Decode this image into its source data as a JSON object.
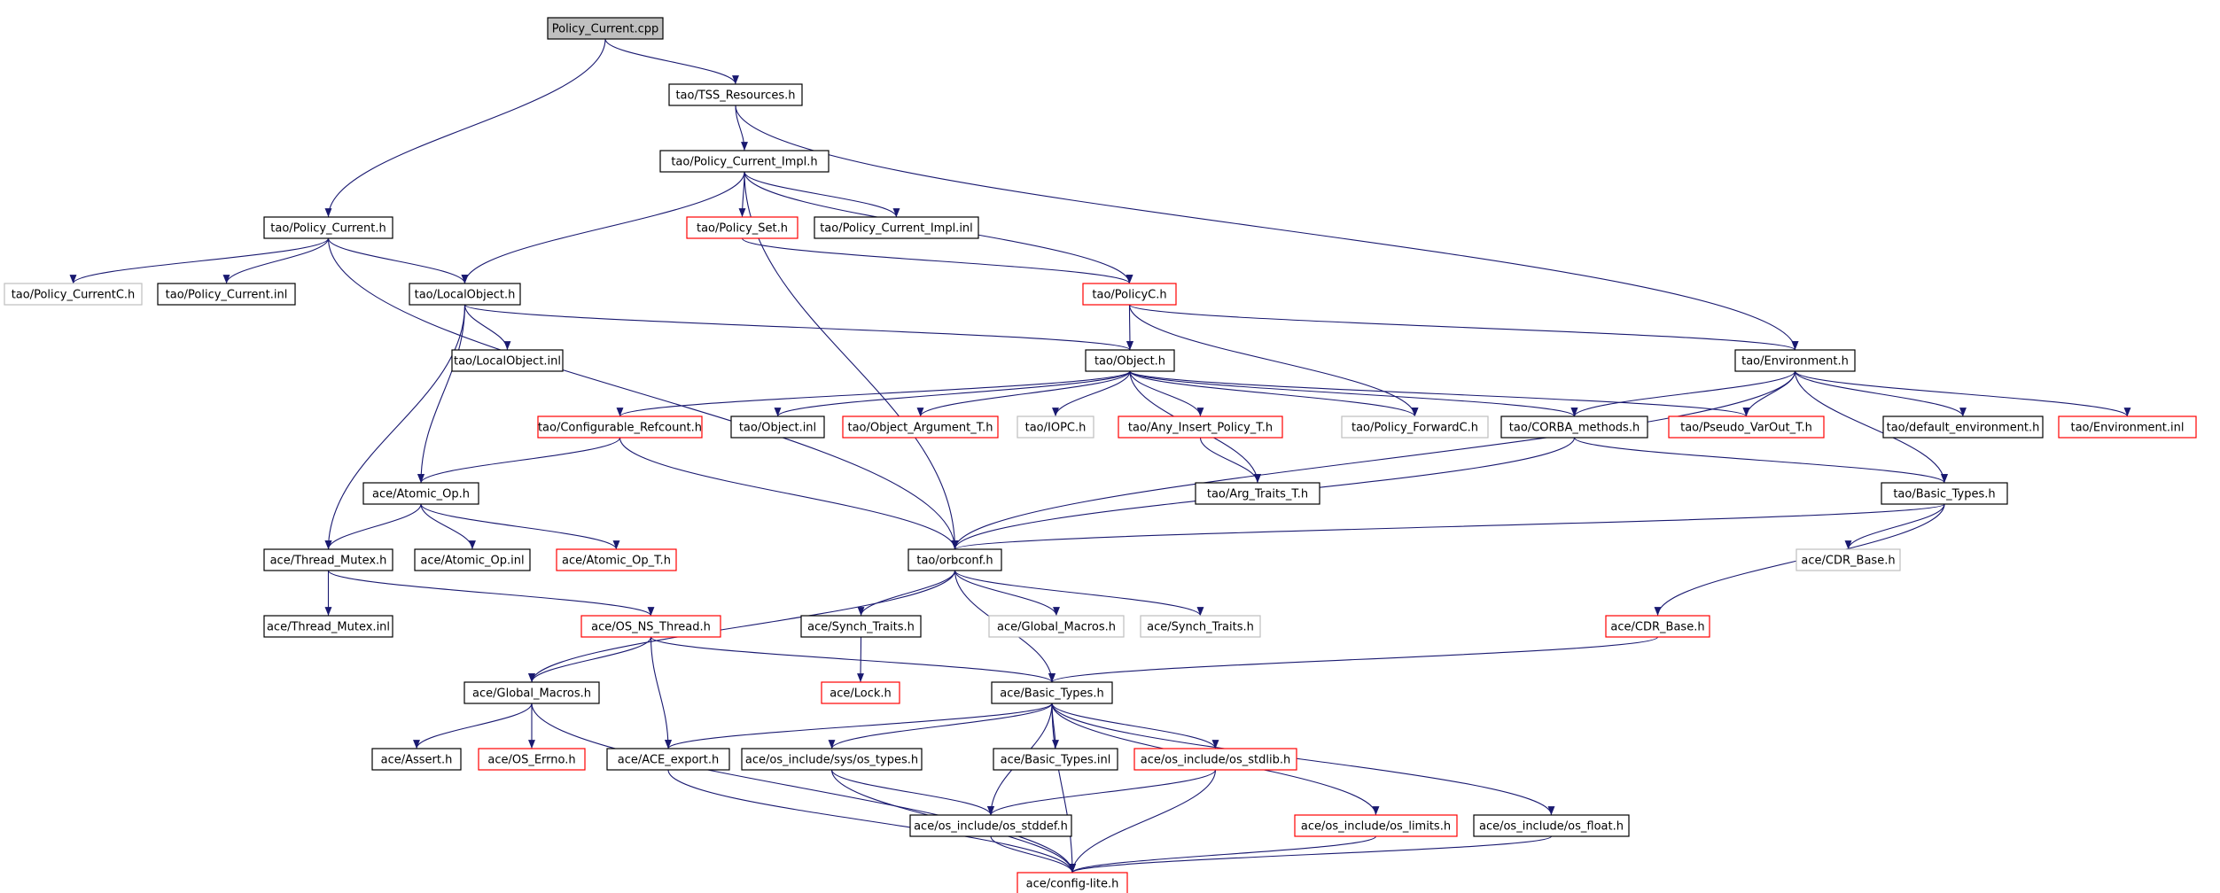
{
  "diagram": {
    "title": "",
    "colors": {
      "edge": "#191970",
      "border_default": "#000000",
      "border_truncated": "#ff0000",
      "border_external": "#bfbfbf",
      "root_fill": "#bfbfbf",
      "node_fill": "#ffffff"
    },
    "nodes": [
      {
        "id": "root",
        "label": "Policy_Current.cpp",
        "style": "root"
      },
      {
        "id": "tss_resources",
        "label": "tao/TSS_Resources.h",
        "style": "default"
      },
      {
        "id": "pc_impl_h",
        "label": "tao/Policy_Current_Impl.h",
        "style": "default"
      },
      {
        "id": "policy_current_h",
        "label": "tao/Policy_Current.h",
        "style": "default"
      },
      {
        "id": "policy_set_h",
        "label": "tao/Policy_Set.h",
        "style": "truncated"
      },
      {
        "id": "pc_impl_inl",
        "label": "tao/Policy_Current_Impl.inl",
        "style": "default"
      },
      {
        "id": "policy_currentc_h",
        "label": "tao/Policy_CurrentC.h",
        "style": "external"
      },
      {
        "id": "policy_current_inl",
        "label": "tao/Policy_Current.inl",
        "style": "default"
      },
      {
        "id": "localobject_h",
        "label": "tao/LocalObject.h",
        "style": "default"
      },
      {
        "id": "policyc_h",
        "label": "tao/PolicyC.h",
        "style": "truncated"
      },
      {
        "id": "localobject_inl",
        "label": "tao/LocalObject.inl",
        "style": "default"
      },
      {
        "id": "object_h",
        "label": "tao/Object.h",
        "style": "default"
      },
      {
        "id": "environment_h",
        "label": "tao/Environment.h",
        "style": "default"
      },
      {
        "id": "configurable_refcount_h",
        "label": "tao/Configurable_Refcount.h",
        "style": "truncated"
      },
      {
        "id": "object_inl",
        "label": "tao/Object.inl",
        "style": "default"
      },
      {
        "id": "object_argument_t_h",
        "label": "tao/Object_Argument_T.h",
        "style": "truncated"
      },
      {
        "id": "iopc_h",
        "label": "tao/IOPC.h",
        "style": "external"
      },
      {
        "id": "any_insert_policy_t_h",
        "label": "tao/Any_Insert_Policy_T.h",
        "style": "truncated"
      },
      {
        "id": "policy_forwardc_h",
        "label": "tao/Policy_ForwardC.h",
        "style": "external"
      },
      {
        "id": "corba_methods_h",
        "label": "tao/CORBA_methods.h",
        "style": "default"
      },
      {
        "id": "pseudo_varout_t_h",
        "label": "tao/Pseudo_VarOut_T.h",
        "style": "truncated"
      },
      {
        "id": "default_environment_h",
        "label": "tao/default_environment.h",
        "style": "default"
      },
      {
        "id": "environment_inl",
        "label": "tao/Environment.inl",
        "style": "truncated"
      },
      {
        "id": "atomic_op_h",
        "label": "ace/Atomic_Op.h",
        "style": "default"
      },
      {
        "id": "arg_traits_t_h",
        "label": "tao/Arg_Traits_T.h",
        "style": "default"
      },
      {
        "id": "tao_basic_types_h",
        "label": "tao/Basic_Types.h",
        "style": "default"
      },
      {
        "id": "thread_mutex_h",
        "label": "ace/Thread_Mutex.h",
        "style": "default"
      },
      {
        "id": "atomic_op_inl",
        "label": "ace/Atomic_Op.inl",
        "style": "default"
      },
      {
        "id": "atomic_op_t_h",
        "label": "ace/Atomic_Op_T.h",
        "style": "truncated"
      },
      {
        "id": "orbconf_h",
        "label": "tao/orbconf.h",
        "style": "default"
      },
      {
        "id": "cdr_base_h_ext",
        "label": "ace/CDR_Base.h",
        "style": "external"
      },
      {
        "id": "thread_mutex_inl",
        "label": "ace/Thread_Mutex.inl",
        "style": "default"
      },
      {
        "id": "os_ns_thread_h",
        "label": "ace/OS_NS_Thread.h",
        "style": "truncated"
      },
      {
        "id": "synch_traits_h",
        "label": "ace/Synch_Traits.h",
        "style": "default"
      },
      {
        "id": "global_macros_h_ext",
        "label": "ace/Global_Macros.h",
        "style": "external"
      },
      {
        "id": "synch_traits_h_ext",
        "label": "ace/Synch_Traits.h",
        "style": "external"
      },
      {
        "id": "cdr_base_h",
        "label": "ace/CDR_Base.h",
        "style": "truncated"
      },
      {
        "id": "lock_h",
        "label": "ace/Lock.h",
        "style": "truncated"
      },
      {
        "id": "global_macros_h",
        "label": "ace/Global_Macros.h",
        "style": "default"
      },
      {
        "id": "ace_basic_types_h",
        "label": "ace/Basic_Types.h",
        "style": "default"
      },
      {
        "id": "assert_h",
        "label": "ace/Assert.h",
        "style": "default"
      },
      {
        "id": "os_errno_h",
        "label": "ace/OS_Errno.h",
        "style": "truncated"
      },
      {
        "id": "ace_export_h",
        "label": "ace/ACE_export.h",
        "style": "default"
      },
      {
        "id": "os_sys_types_h",
        "label": "ace/os_include/sys/os_types.h",
        "style": "default"
      },
      {
        "id": "basic_types_inl",
        "label": "ace/Basic_Types.inl",
        "style": "default"
      },
      {
        "id": "os_stdlib_h",
        "label": "ace/os_include/os_stdlib.h",
        "style": "truncated"
      },
      {
        "id": "os_stddef_h",
        "label": "ace/os_include/os_stddef.h",
        "style": "default"
      },
      {
        "id": "os_limits_h",
        "label": "ace/os_include/os_limits.h",
        "style": "truncated"
      },
      {
        "id": "os_float_h",
        "label": "ace/os_include/os_float.h",
        "style": "default"
      },
      {
        "id": "config_lite_h",
        "label": "ace/config-lite.h",
        "style": "truncated"
      }
    ],
    "edges": [
      [
        "root",
        "tss_resources"
      ],
      [
        "root",
        "policy_current_h"
      ],
      [
        "tss_resources",
        "pc_impl_h"
      ],
      [
        "tss_resources",
        "environment_h"
      ],
      [
        "pc_impl_h",
        "policy_set_h"
      ],
      [
        "pc_impl_h",
        "pc_impl_inl"
      ],
      [
        "pc_impl_h",
        "localobject_h"
      ],
      [
        "pc_impl_h",
        "policyc_h"
      ],
      [
        "pc_impl_h",
        "orbconf_h"
      ],
      [
        "policy_current_h",
        "policy_currentc_h"
      ],
      [
        "policy_current_h",
        "policy_current_inl"
      ],
      [
        "policy_current_h",
        "localobject_h"
      ],
      [
        "policy_current_h",
        "orbconf_h"
      ],
      [
        "policy_set_h",
        "policyc_h"
      ],
      [
        "localobject_h",
        "localobject_inl"
      ],
      [
        "localobject_h",
        "object_h"
      ],
      [
        "localobject_h",
        "atomic_op_h"
      ],
      [
        "localobject_h",
        "thread_mutex_h"
      ],
      [
        "policyc_h",
        "object_h"
      ],
      [
        "policyc_h",
        "environment_h"
      ],
      [
        "policyc_h",
        "policy_forwardc_h"
      ],
      [
        "object_h",
        "configurable_refcount_h"
      ],
      [
        "object_h",
        "object_inl"
      ],
      [
        "object_h",
        "object_argument_t_h"
      ],
      [
        "object_h",
        "iopc_h"
      ],
      [
        "object_h",
        "any_insert_policy_t_h"
      ],
      [
        "object_h",
        "policy_forwardc_h"
      ],
      [
        "object_h",
        "corba_methods_h"
      ],
      [
        "object_h",
        "pseudo_varout_t_h"
      ],
      [
        "object_h",
        "arg_traits_t_h"
      ],
      [
        "environment_h",
        "corba_methods_h"
      ],
      [
        "environment_h",
        "pseudo_varout_t_h"
      ],
      [
        "environment_h",
        "default_environment_h"
      ],
      [
        "environment_h",
        "environment_inl"
      ],
      [
        "environment_h",
        "tao_basic_types_h"
      ],
      [
        "environment_h",
        "orbconf_h"
      ],
      [
        "configurable_refcount_h",
        "atomic_op_h"
      ],
      [
        "configurable_refcount_h",
        "orbconf_h"
      ],
      [
        "any_insert_policy_t_h",
        "arg_traits_t_h"
      ],
      [
        "corba_methods_h",
        "orbconf_h"
      ],
      [
        "corba_methods_h",
        "tao_basic_types_h"
      ],
      [
        "atomic_op_h",
        "thread_mutex_h"
      ],
      [
        "atomic_op_h",
        "atomic_op_inl"
      ],
      [
        "atomic_op_h",
        "atomic_op_t_h"
      ],
      [
        "tao_basic_types_h",
        "orbconf_h"
      ],
      [
        "tao_basic_types_h",
        "cdr_base_h_ext"
      ],
      [
        "tao_basic_types_h",
        "cdr_base_h"
      ],
      [
        "thread_mutex_h",
        "thread_mutex_inl"
      ],
      [
        "thread_mutex_h",
        "os_ns_thread_h"
      ],
      [
        "orbconf_h",
        "synch_traits_h"
      ],
      [
        "orbconf_h",
        "global_macros_h_ext"
      ],
      [
        "orbconf_h",
        "synch_traits_h_ext"
      ],
      [
        "orbconf_h",
        "ace_basic_types_h"
      ],
      [
        "orbconf_h",
        "global_macros_h"
      ],
      [
        "synch_traits_h",
        "lock_h"
      ],
      [
        "os_ns_thread_h",
        "global_macros_h"
      ],
      [
        "os_ns_thread_h",
        "ace_export_h"
      ],
      [
        "os_ns_thread_h",
        "ace_basic_types_h"
      ],
      [
        "cdr_base_h",
        "ace_basic_types_h"
      ],
      [
        "global_macros_h",
        "assert_h"
      ],
      [
        "global_macros_h",
        "os_errno_h"
      ],
      [
        "global_macros_h",
        "config_lite_h"
      ],
      [
        "ace_basic_types_h",
        "ace_export_h"
      ],
      [
        "ace_basic_types_h",
        "os_sys_types_h"
      ],
      [
        "ace_basic_types_h",
        "basic_types_inl"
      ],
      [
        "ace_basic_types_h",
        "os_stdlib_h"
      ],
      [
        "ace_basic_types_h",
        "os_stddef_h"
      ],
      [
        "ace_basic_types_h",
        "os_limits_h"
      ],
      [
        "ace_basic_types_h",
        "os_float_h"
      ],
      [
        "ace_basic_types_h",
        "config_lite_h"
      ],
      [
        "ace_export_h",
        "config_lite_h"
      ],
      [
        "os_sys_types_h",
        "os_stddef_h"
      ],
      [
        "os_sys_types_h",
        "config_lite_h"
      ],
      [
        "os_stdlib_h",
        "os_stddef_h"
      ],
      [
        "os_stdlib_h",
        "config_lite_h"
      ],
      [
        "os_stddef_h",
        "config_lite_h"
      ],
      [
        "os_limits_h",
        "config_lite_h"
      ],
      [
        "os_float_h",
        "config_lite_h"
      ]
    ]
  }
}
